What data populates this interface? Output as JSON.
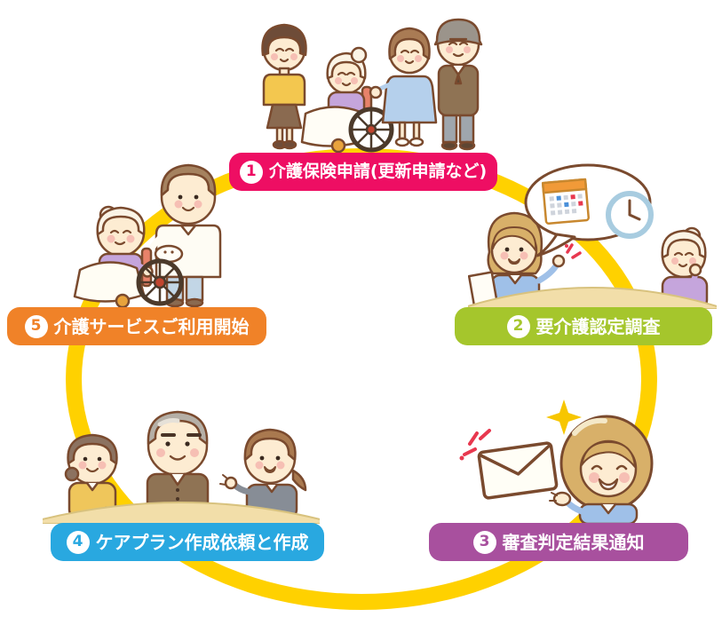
{
  "diagram": {
    "description": "介護サービス利用までの流れ（5ステップ循環図）",
    "ring_color": "#FFD100",
    "steps": [
      {
        "number": "1",
        "label": "介護保険申請(更新申請など)",
        "color": "#EE0E63"
      },
      {
        "number": "2",
        "label": "要介護認定調査",
        "color": "#A5C62C"
      },
      {
        "number": "3",
        "label": "審査判定結果通知",
        "color": "#A8509E"
      },
      {
        "number": "4",
        "label": "ケアプラン作成依頼と作成",
        "color": "#29A8E0"
      },
      {
        "number": "5",
        "label": "介護サービスご利用開始",
        "color": "#F08228"
      }
    ],
    "icons": {
      "speech_bubble": [
        "calendar-icon",
        "clock-icon"
      ],
      "notification": [
        "envelope-icon",
        "sparkle-icon",
        "emphasis-marks-icon"
      ]
    }
  }
}
